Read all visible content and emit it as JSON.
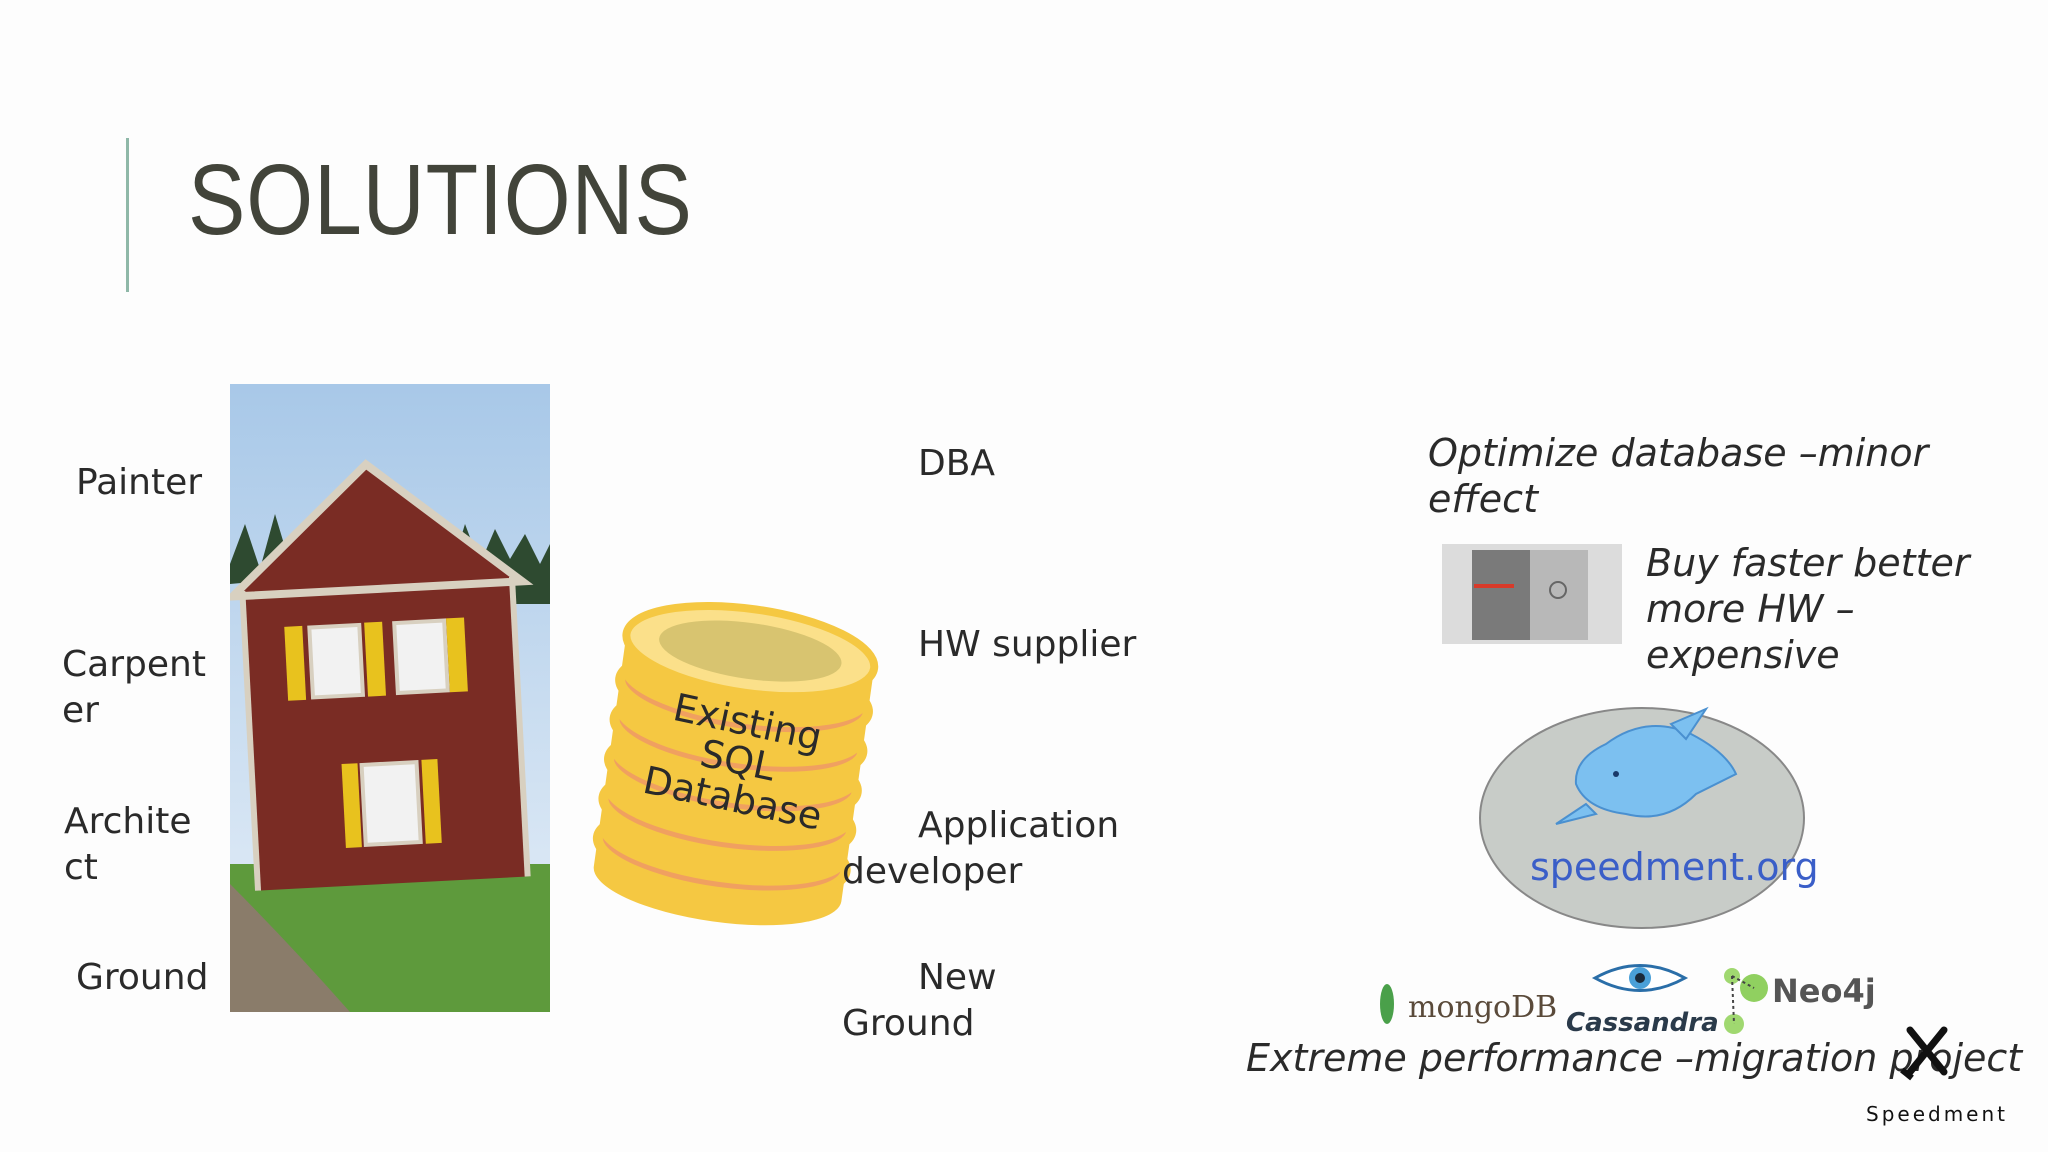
{
  "slide": {
    "title": "SOLUTIONS",
    "left_labels": [
      "Painter",
      "Carpenter",
      "Architect",
      "Ground"
    ],
    "roles": [
      "DBA",
      "HW supplier",
      "Application developer",
      "New Ground"
    ],
    "database_label": [
      "Existing",
      "SQL",
      "Database"
    ],
    "solutions": {
      "optimize": "Optimize database –minor effect",
      "buy_hw": "Buy faster better more HW – expensive",
      "speedment_org": "speedment.org",
      "extreme": "Extreme performance –migration project"
    },
    "nosql_logos": [
      "mongoDB",
      "Cassandra",
      "Neo4j"
    ],
    "brand_logo": "Speedment"
  },
  "colors": {
    "accent_bar": "#8fb8a8",
    "title": "#42443a",
    "link": "#3a5ec8",
    "db_gold": "#f5c842",
    "db_orange": "#f0a060"
  }
}
